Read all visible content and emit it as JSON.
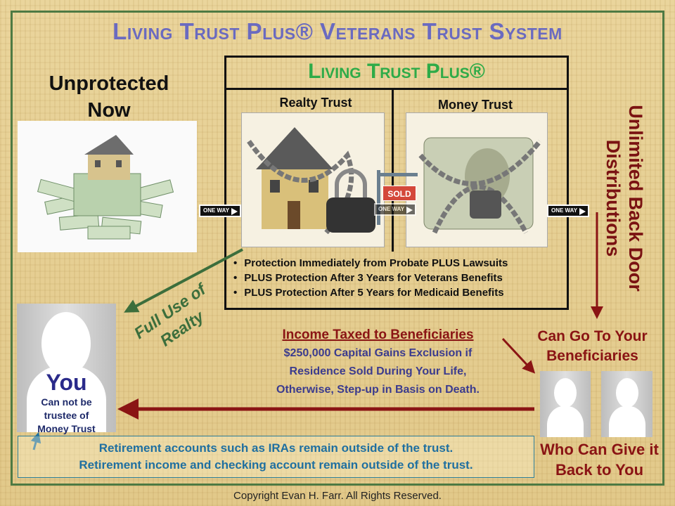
{
  "title": "Living Trust Plus® Veterans Trust System",
  "left": {
    "heading": "Unprotected Now",
    "image": "house-on-money-photo"
  },
  "center": {
    "heading": "Living Trust Plus®",
    "realty_label": "Realty Trust",
    "money_label": "Money Trust",
    "sold_sign": "SOLD",
    "one_way": "ONE WAY",
    "bullets": [
      "Protection Immediately from Probate PLUS Lawsuits",
      "PLUS Protection After 3 Years for Veterans Benefits",
      "PLUS Protection After 5 Years for Medicaid Benefits"
    ]
  },
  "right": {
    "vertical": "Unlimited Back Door Distributions",
    "can_go": "Can Go To Your Beneficiaries",
    "who_can": "Who Can Give it Back to You"
  },
  "full_use": "Full Use of Realty",
  "you": {
    "label": "You",
    "note": "Can not be trustee of Money Trust"
  },
  "income": {
    "heading": "Income Taxed to Beneficiaries",
    "lines": [
      "$250,000 Capital Gains Exclusion if",
      "Residence Sold During Your Life,",
      "Otherwise, Step-up in Basis on Death."
    ]
  },
  "bottom": {
    "line1": "Retirement accounts such as IRAs remain outside of the trust.",
    "line2": "Retirement income and checking account remain outside of the trust."
  },
  "copyright": "Copyright Evan H. Farr. All Rights Reserved.",
  "colors": {
    "title": "#6a6ac0",
    "green": "#2eab48",
    "darkred": "#8a1414",
    "blue": "#1f6fa0"
  }
}
